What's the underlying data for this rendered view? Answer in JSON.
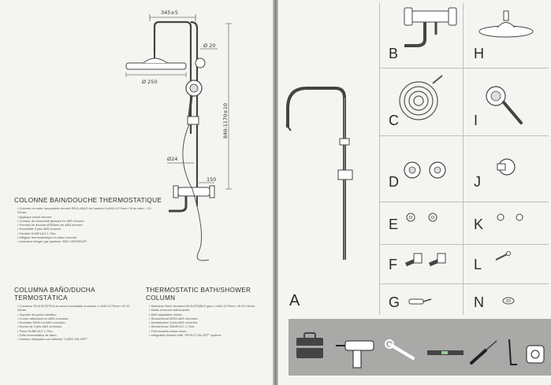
{
  "left_page": {
    "dimensions": {
      "width_top": "345±5",
      "pipe_diameter": "Ø 20",
      "head_diameter": "Ø 250",
      "height_range": "840-1170±10",
      "mixer_diameter": "Ø24",
      "wall_distance": "150"
    },
    "french": {
      "title": "COLONNE BAIN/DOUCHE THERMOSTATIQUE",
      "items": [
        "Colonne en acier inoxydable chromé REGLABLE en hauteur H=840-1170mm / Ø du tube = 20-24mm.",
        "Applique métal chromé",
        "Curseur de douchette glissant en ABS chromé.",
        "Pomme de douche Ø250mm en ABS chromé.",
        "Douchette 3 jets ABS chromé.",
        "Flexible SUMFLEX 1,75m.",
        "Mitigeur thermostatique en laiton chromé.",
        "Inverseur intégré par système \"BEC-VERSEUR\"."
      ]
    },
    "spanish": {
      "title_line1": "COLUMNA BAÑO/DUCHA",
      "title_line2": "TERMOSTÁTICA",
      "items": [
        "Columna TELESCÓPICA en acero inoxidable cromado. L=840-1170mm / Ø 20-24mm.",
        "Soporte de pared metálico",
        "Cursor articulado en ABS cromado.",
        "Rociador Ø250 en ABS cromado.",
        "Ducha de 3 jets ABS cromado.",
        "Flexo SUMFLEX 1,75m.",
        "Grifo termostático de latón.",
        "Inversor integrado con sistema \"CAÑO ON-OFF\""
      ]
    },
    "english": {
      "title_line1": "THERMOSTATIC BATH/SHOWER",
      "title_line2": "COLUMN",
      "items": [
        "Stainless Steel chromed ADJUSTABLE pipe L=840-1170mm / Ø 20-24mm.",
        "Metal chromed wall bracket.",
        "ABS adjustable holder.",
        "Showerhead Ø250 ABS chromed.",
        "Handshower 3 jets ABS chromed.",
        "Showerhose SUMFLEX 1.75m.",
        "Thermostatic brass mixer.",
        "Integrated diverter with \"SPOUT ON-OFF\" system."
      ]
    }
  },
  "right_page": {
    "main_part_label": "A",
    "part_labels": [
      "B",
      "H",
      "C",
      "I",
      "D",
      "J",
      "E",
      "K",
      "F",
      "L",
      "G",
      "N"
    ],
    "tool_icons": [
      "toolbox-icon",
      "drill-icon",
      "wrench-icon",
      "level-icon",
      "screwdriver-icon",
      "hex-key-icon",
      "tape-measure-icon"
    ]
  },
  "colors": {
    "page": "#f4f4f1",
    "toolbar": "#a9a9a7",
    "line": "#333333"
  }
}
